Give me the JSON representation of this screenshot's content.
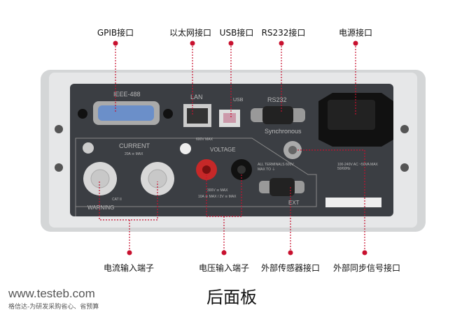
{
  "callouts_top": [
    {
      "label": "GPIB接口"
    },
    {
      "label": "以太网接口"
    },
    {
      "label": "USB接口"
    },
    {
      "label": "RS232接口"
    },
    {
      "label": "电源接口"
    }
  ],
  "callouts_bottom": [
    {
      "label": "电流输入端子"
    },
    {
      "label": "电压输入端子"
    },
    {
      "label": "外部传感器接口"
    },
    {
      "label": "外部同步信号接口"
    }
  ],
  "panel": {
    "ieee": "IEEE-488",
    "lan": "LAN",
    "usb": "USB",
    "rs232": "RS232",
    "sync": "Synchronous",
    "current": "CURRENT",
    "current_max": "20A ≅ MAX",
    "voltage": "VOLTAGE",
    "v600": "600V MAX",
    "v_max": "300V ≅ MAX",
    "v_limits": "10A ≅ MAX / 2V ≅ MAX",
    "warning": "WARNING",
    "cat": "CAT II",
    "ext": "EXT",
    "terminals": "ALL TERMINALS 600V MAX TO ⏚",
    "power": "100-240V AC ~50VA MAX 50/60Hz"
  },
  "footer": {
    "site": "www.testeb.com",
    "slogan": "格信达-为研发采购省心、省预算",
    "title": "后面板"
  },
  "colors": {
    "accent": "#c8102e",
    "panel": "#3a3d42",
    "chassis": "#d9dbdc"
  }
}
